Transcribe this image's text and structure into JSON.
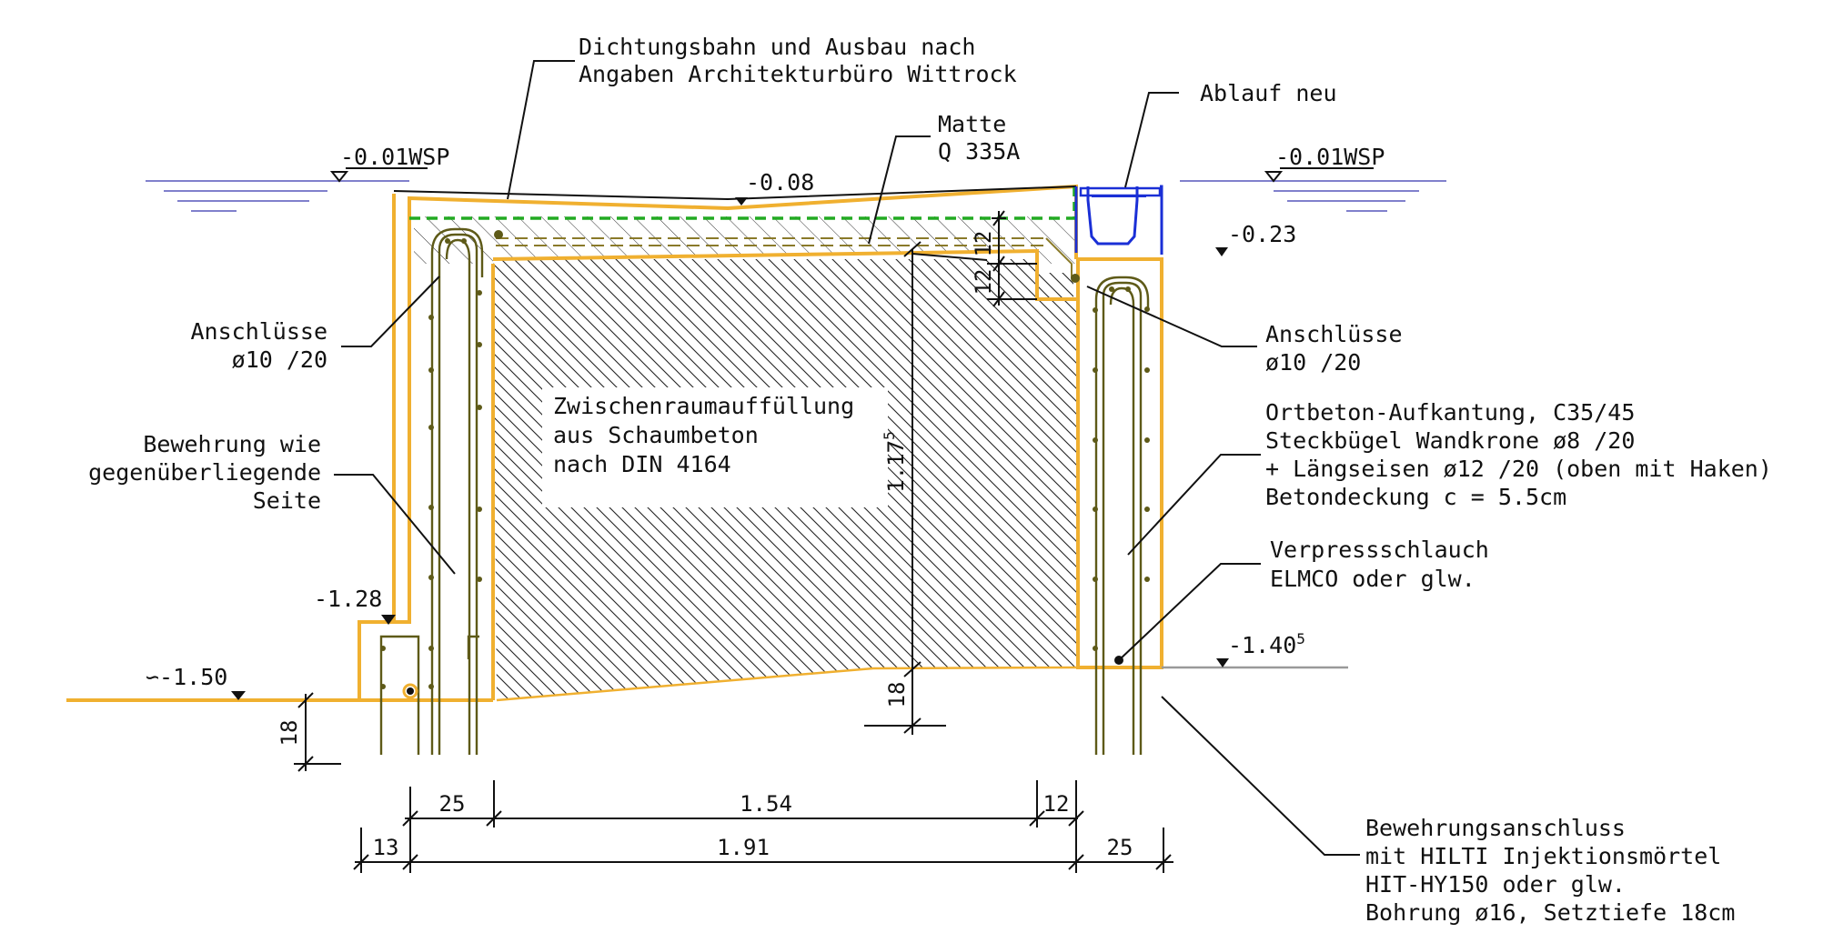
{
  "labels": {
    "dichtung_l1": "Dichtungsbahn und Ausbau nach",
    "dichtung_l2": "Angaben Architekturbüro Wittrock",
    "matte_l1": "Matte",
    "matte_l2": "Q 335A",
    "ablauf": "Ablauf neu",
    "anschl_left_l1": "Anschlüsse",
    "anschl_left_l2": "ø10 /20",
    "anschl_right_l1": "Anschlüsse",
    "anschl_right_l2": "ø10 /20",
    "bew_l1": "Bewehrung wie",
    "bew_l2": "gegenüberliegende",
    "bew_l3": "Seite",
    "fill_l1": "Zwischenraumauffüllung",
    "fill_l2": "aus Schaumbeton",
    "fill_l3": "nach DIN 4164",
    "ort_l1": "Ortbeton-Aufkantung, C35/45",
    "ort_l2": "Steckbügel Wandkrone ø8 /20",
    "ort_l3": "+ Längseisen ø12 /20 (oben mit Haken)",
    "ort_l4": "Betondeckung c = 5.5cm",
    "verp_l1": "Verpressschlauch",
    "verp_l2": "ELMCO oder glw.",
    "hilti_l1": "Bewehrungsanschluss",
    "hilti_l2": "mit HILTI Injektionsmörtel",
    "hilti_l3": "HIT-HY150 oder glw.",
    "hilti_l4": "Bohrung ø16, Setztiefe 18cm"
  },
  "levels": {
    "wsp_left": "-0.01WSP",
    "wsp_right": "-0.01WSP",
    "top_mid": "-0.08",
    "right": "-0.23",
    "step_left": "-1.28",
    "ground_left": "∽-1.50",
    "ground_right_base": "-1.40",
    "ground_right_sup": "5"
  },
  "dims": {
    "d12a": "12",
    "d12b": "12",
    "height_base": "1.17",
    "height_sup": "5",
    "d18_mid": "18",
    "d18_left": "18",
    "d25_top": "25",
    "d154": "1.54",
    "d12_right": "12",
    "d13": "13",
    "d191": "1.91",
    "d25_bottom": "25"
  },
  "colors": {
    "concrete_outline": "#f0b030",
    "rebar": "#5e5a18",
    "mesh": "#22aa22",
    "drain": "#1a2fd6",
    "water": "#8080cc",
    "ground_right": "#999999"
  }
}
